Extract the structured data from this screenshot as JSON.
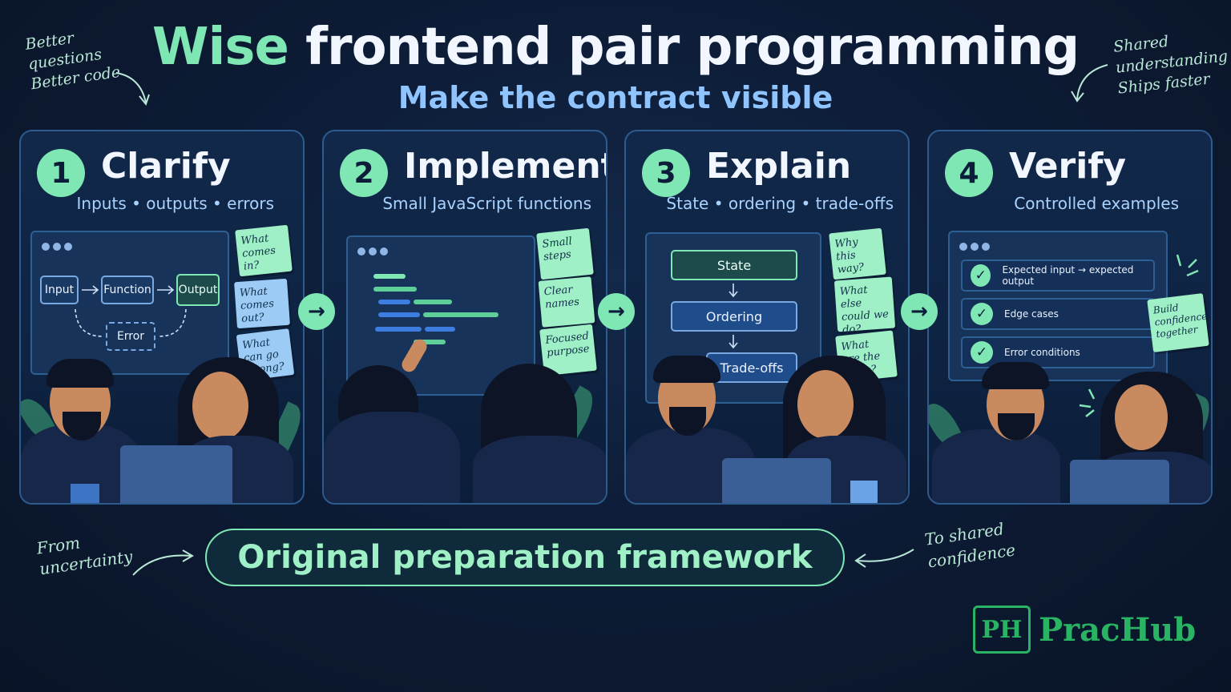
{
  "header": {
    "title_accent": "Wise",
    "title_rest": "frontend pair programming",
    "subtitle": "Make the contract visible"
  },
  "notes": {
    "top_left": [
      "Better",
      "questions",
      "Better code"
    ],
    "top_right": [
      "Shared",
      "understanding",
      "Ships faster"
    ],
    "bottom_left": [
      "From",
      "uncertainty"
    ],
    "bottom_right": [
      "To shared",
      "confidence"
    ]
  },
  "steps": [
    {
      "number": "1",
      "title": "Clarify",
      "subtitle": "Inputs • outputs • errors",
      "diagram": {
        "input": "Input",
        "function": "Function",
        "output": "Output",
        "error": "Error"
      },
      "stickies": [
        "What comes in?",
        "What comes out?",
        "What can go wrong?"
      ]
    },
    {
      "number": "2",
      "title": "Implement",
      "subtitle": "Small JavaScript functions",
      "stickies": [
        "Small steps",
        "Clear names",
        "Focused purpose"
      ]
    },
    {
      "number": "3",
      "title": "Explain",
      "subtitle": "State • ordering • trade-offs",
      "flow": [
        "State",
        "Ordering",
        "Trade-offs"
      ],
      "stickies": [
        "Why this way?",
        "What else could we do?",
        "What are the costs?"
      ]
    },
    {
      "number": "4",
      "title": "Verify",
      "subtitle": "Controlled examples",
      "checks": [
        "Expected input → expected output",
        "Edge cases",
        "Error conditions"
      ],
      "stickies": [
        "Build confidence together"
      ]
    }
  ],
  "banner": "Original preparation framework",
  "brand": {
    "mark": "PH",
    "name": "PracHub"
  },
  "icons": {
    "arrow": "→",
    "check": "✓"
  },
  "colors": {
    "accent_green": "#7fe7b4",
    "accent_blue": "#8fc4ff",
    "background": "#0c1a33",
    "brand_green": "#28b463"
  }
}
